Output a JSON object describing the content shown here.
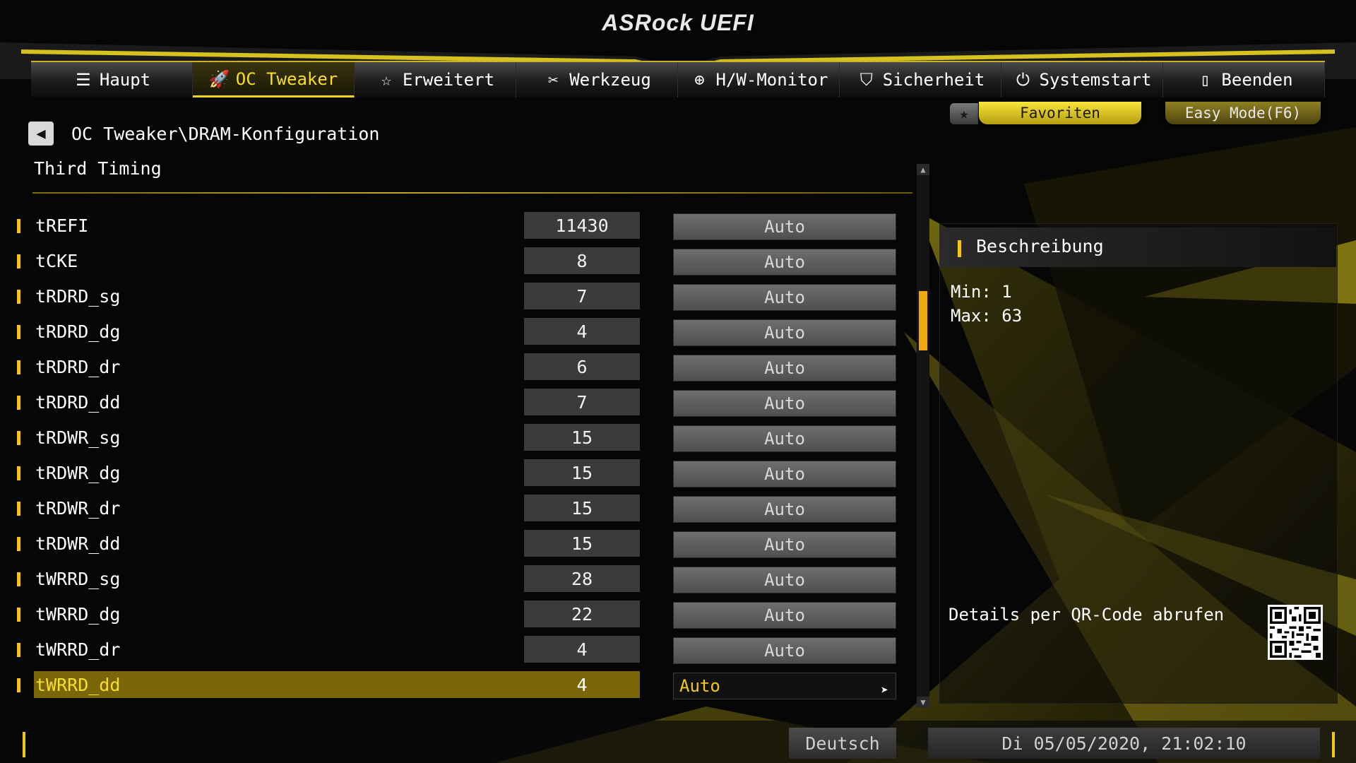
{
  "header": {
    "logo": "ASRock UEFI"
  },
  "tabs": [
    {
      "label": "Haupt",
      "icon": "list-icon",
      "glyph": "☰",
      "active": false
    },
    {
      "label": "OC Tweaker",
      "icon": "rocket-icon",
      "glyph": "🚀",
      "active": true
    },
    {
      "label": "Erweitert",
      "icon": "star-icon",
      "glyph": "☆",
      "active": false
    },
    {
      "label": "Werkzeug",
      "icon": "tools-icon",
      "glyph": "✂",
      "active": false
    },
    {
      "label": "H/W-Monitor",
      "icon": "crosshair-icon",
      "glyph": "⊕",
      "active": false
    },
    {
      "label": "Sicherheit",
      "icon": "shield-icon",
      "glyph": "⛉",
      "active": false
    },
    {
      "label": "Systemstart",
      "icon": "power-icon",
      "glyph": "⏻",
      "active": false
    },
    {
      "label": "Beenden",
      "icon": "exit-door-icon",
      "glyph": "▯",
      "active": false
    }
  ],
  "topbuttons": {
    "favorites": "Favoriten",
    "easy_mode": "Easy Mode(F6)"
  },
  "breadcrumb": "OC Tweaker\\DRAM-Konfiguration",
  "section_title": "Third Timing",
  "settings": [
    {
      "name": "tREFI",
      "value": "11430",
      "mode": "Auto"
    },
    {
      "name": "tCKE",
      "value": "8",
      "mode": "Auto"
    },
    {
      "name": "tRDRD_sg",
      "value": "7",
      "mode": "Auto"
    },
    {
      "name": "tRDRD_dg",
      "value": "4",
      "mode": "Auto"
    },
    {
      "name": "tRDRD_dr",
      "value": "6",
      "mode": "Auto"
    },
    {
      "name": "tRDRD_dd",
      "value": "7",
      "mode": "Auto"
    },
    {
      "name": "tRDWR_sg",
      "value": "15",
      "mode": "Auto"
    },
    {
      "name": "tRDWR_dg",
      "value": "15",
      "mode": "Auto"
    },
    {
      "name": "tRDWR_dr",
      "value": "15",
      "mode": "Auto"
    },
    {
      "name": "tRDWR_dd",
      "value": "15",
      "mode": "Auto"
    },
    {
      "name": "tWRRD_sg",
      "value": "28",
      "mode": "Auto"
    },
    {
      "name": "tWRRD_dg",
      "value": "22",
      "mode": "Auto"
    },
    {
      "name": "tWRRD_dr",
      "value": "4",
      "mode": "Auto"
    },
    {
      "name": "tWRRD_dd",
      "value": "4",
      "mode": "Auto",
      "selected": true
    }
  ],
  "description": {
    "title": "Beschreibung",
    "min": "Min: 1",
    "max": "Max: 63",
    "qr_text": "Details per QR-Code abrufen"
  },
  "footer": {
    "language": "Deutsch",
    "datetime": "Di 05/05/2020, 21:02:10"
  },
  "colors": {
    "accent": "#f0c419",
    "active_text": "#f7de2c",
    "selected_row": "#7a6508"
  }
}
